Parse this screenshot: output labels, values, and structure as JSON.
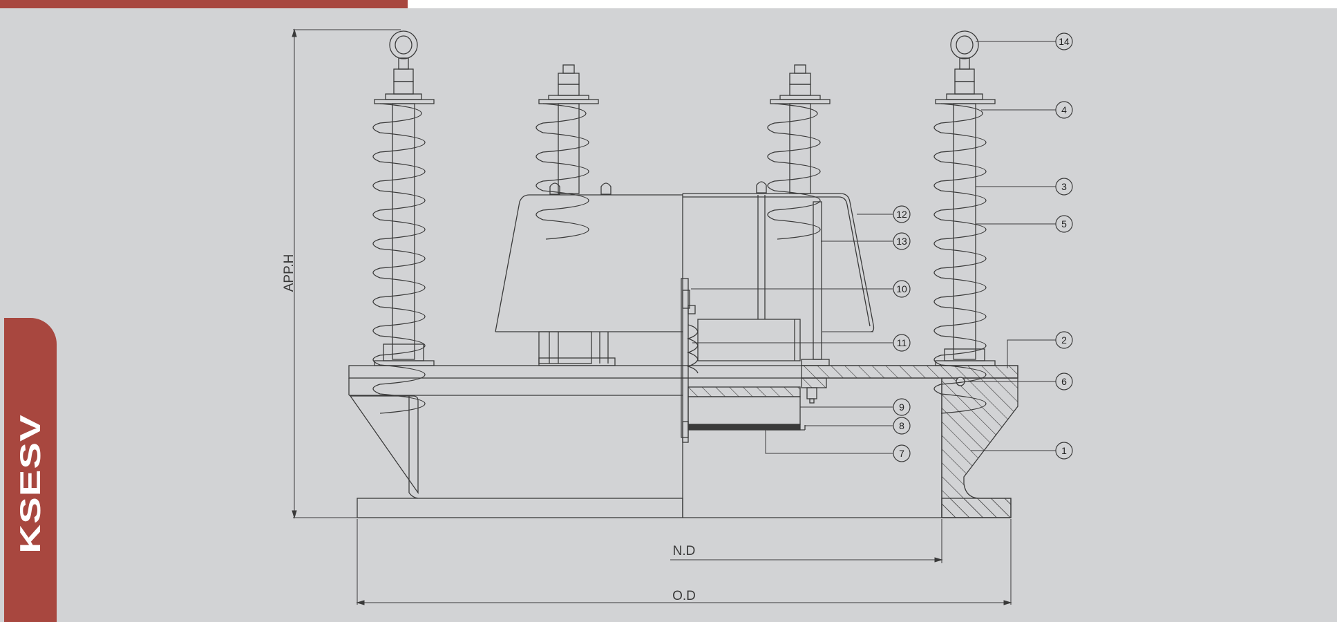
{
  "brand": {
    "label": "KSESV"
  },
  "colors": {
    "accent": "#a8473f",
    "background": "#d2d3d5",
    "line": "#3a3a3a"
  },
  "dimensions": {
    "height_label": "APP.H",
    "nd_label": "N.D",
    "od_label": "O.D"
  },
  "callouts": [
    "14",
    "4",
    "3",
    "5",
    "12",
    "13",
    "10",
    "11",
    "2",
    "6",
    "9",
    "8",
    "7",
    "1"
  ]
}
